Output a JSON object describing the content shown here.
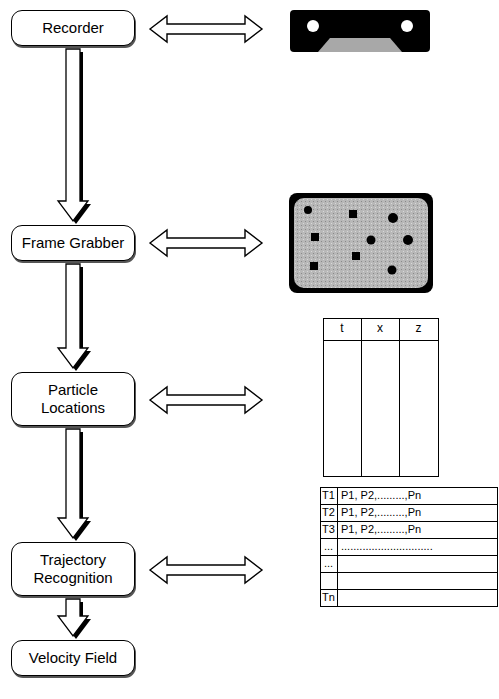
{
  "diagram": {
    "nodes": [
      {
        "text": [
          "Recorder"
        ]
      },
      {
        "text": [
          "Frame Grabber"
        ]
      },
      {
        "text": [
          "Particle Locations"
        ]
      },
      {
        "text": [
          "Trajectory Recognition"
        ]
      },
      {
        "text": [
          "Velocity Field"
        ]
      }
    ],
    "edges": [
      {
        "from": 0,
        "to": 1,
        "arrow": "to"
      },
      {
        "from": 1,
        "to": 2,
        "arrow": "to"
      },
      {
        "from": 2,
        "to": 3,
        "arrow": "to"
      },
      {
        "from": 3,
        "to": 4,
        "arrow": "to"
      }
    ],
    "labels": [
      "t",
      "x",
      "z",
      "T1",
      "P1, P2,.........,Pn",
      "T2",
      "P1, P2,.........,Pn",
      "T3",
      "P1, P2,.........,Pn",
      "...",
      "..............................",
      "...",
      "Tn"
    ]
  }
}
